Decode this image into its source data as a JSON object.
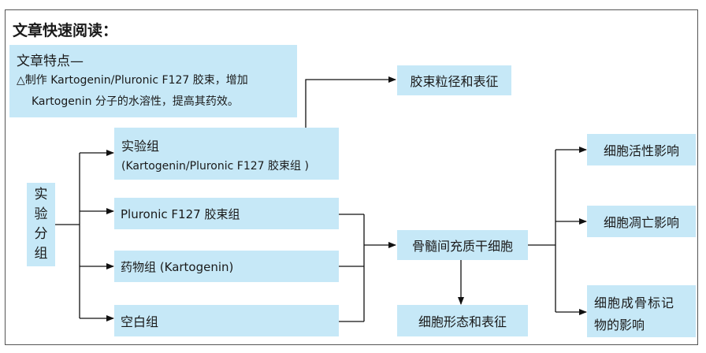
{
  "title": "文章快速阅读：",
  "features": {
    "heading": "文章特点—",
    "line1": "△制作 Kartogenin/Pluronic F127 胶束，增加",
    "line2": "Kartogenin 分子的水溶性，提高其药效。"
  },
  "grouping": {
    "chars": [
      "实",
      "验",
      "分",
      "组"
    ]
  },
  "groups": {
    "experimental_line1": "实验组",
    "experimental_line2": "(Kartogenin/Pluronic F127 胶束组 )",
    "pluronic": "Pluronic F127 胶束组",
    "drug": "药物组 (Kartogenin)",
    "blank": "空白组"
  },
  "micelle_char": "胶束粒径和表征",
  "bmsc": "骨髓间充质干细胞",
  "cell_morph": "细胞形态和表征",
  "effects": {
    "activity": "细胞活性影响",
    "apoptosis": "细胞凋亡影响",
    "osteo_line1": "细胞成骨标记",
    "osteo_line2": "物的影响"
  }
}
